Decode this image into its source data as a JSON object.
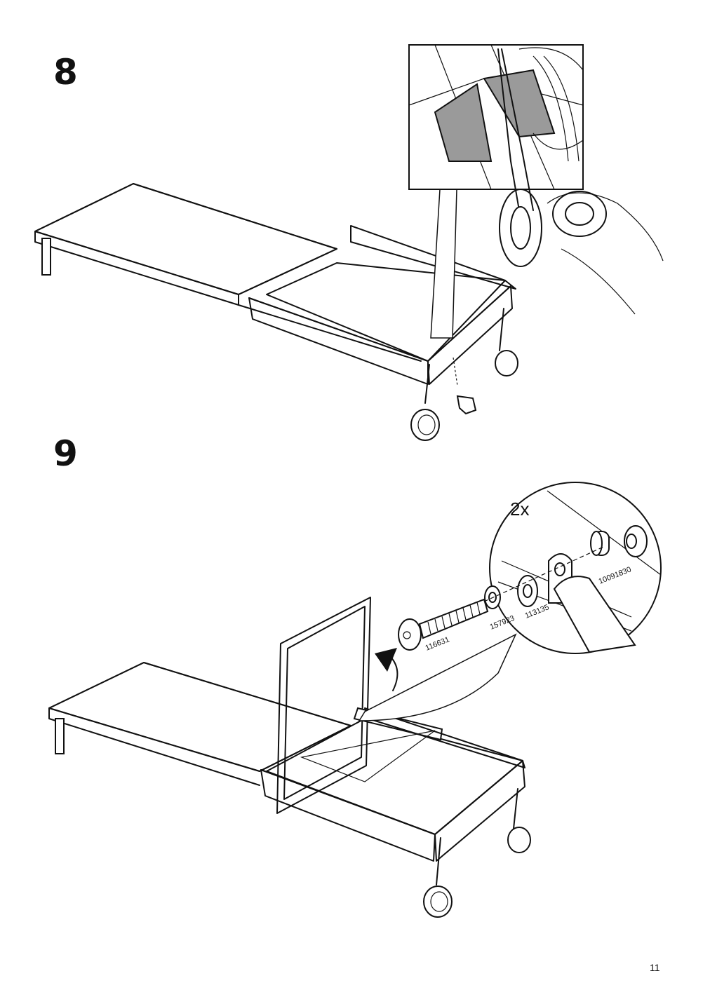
{
  "steps": [
    {
      "number": "8"
    },
    {
      "number": "9",
      "quantity": "2x",
      "parts": [
        "116631",
        "157923",
        "113135",
        "10091830"
      ]
    }
  ],
  "page_number": "11"
}
